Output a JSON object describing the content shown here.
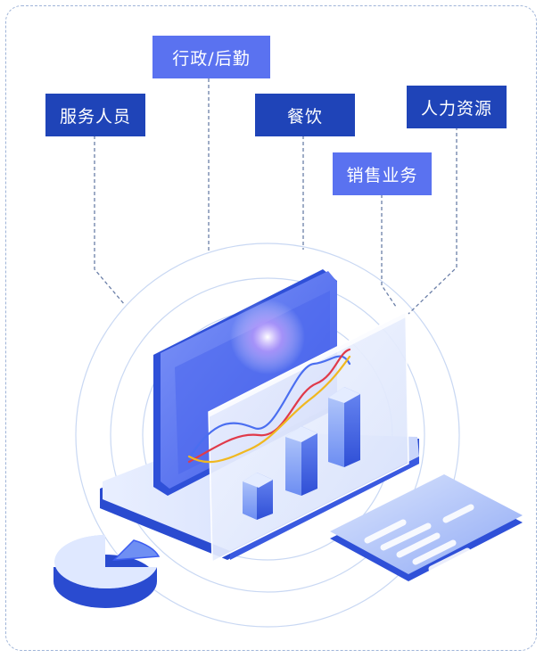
{
  "categories": [
    {
      "id": "service",
      "label": "服务人员"
    },
    {
      "id": "admin",
      "label": "行政/后勤"
    },
    {
      "id": "catering",
      "label": "餐饮"
    },
    {
      "id": "sales",
      "label": "销售业务"
    },
    {
      "id": "hr",
      "label": "人力资源"
    }
  ],
  "colors": {
    "dark_tag": "#1f44b8",
    "light_tag": "#5a72f0",
    "accent_blue": "#3d5df0",
    "line_red": "#e03a4a",
    "line_yellow": "#f0b820",
    "line_blue": "#4a6ef0"
  }
}
